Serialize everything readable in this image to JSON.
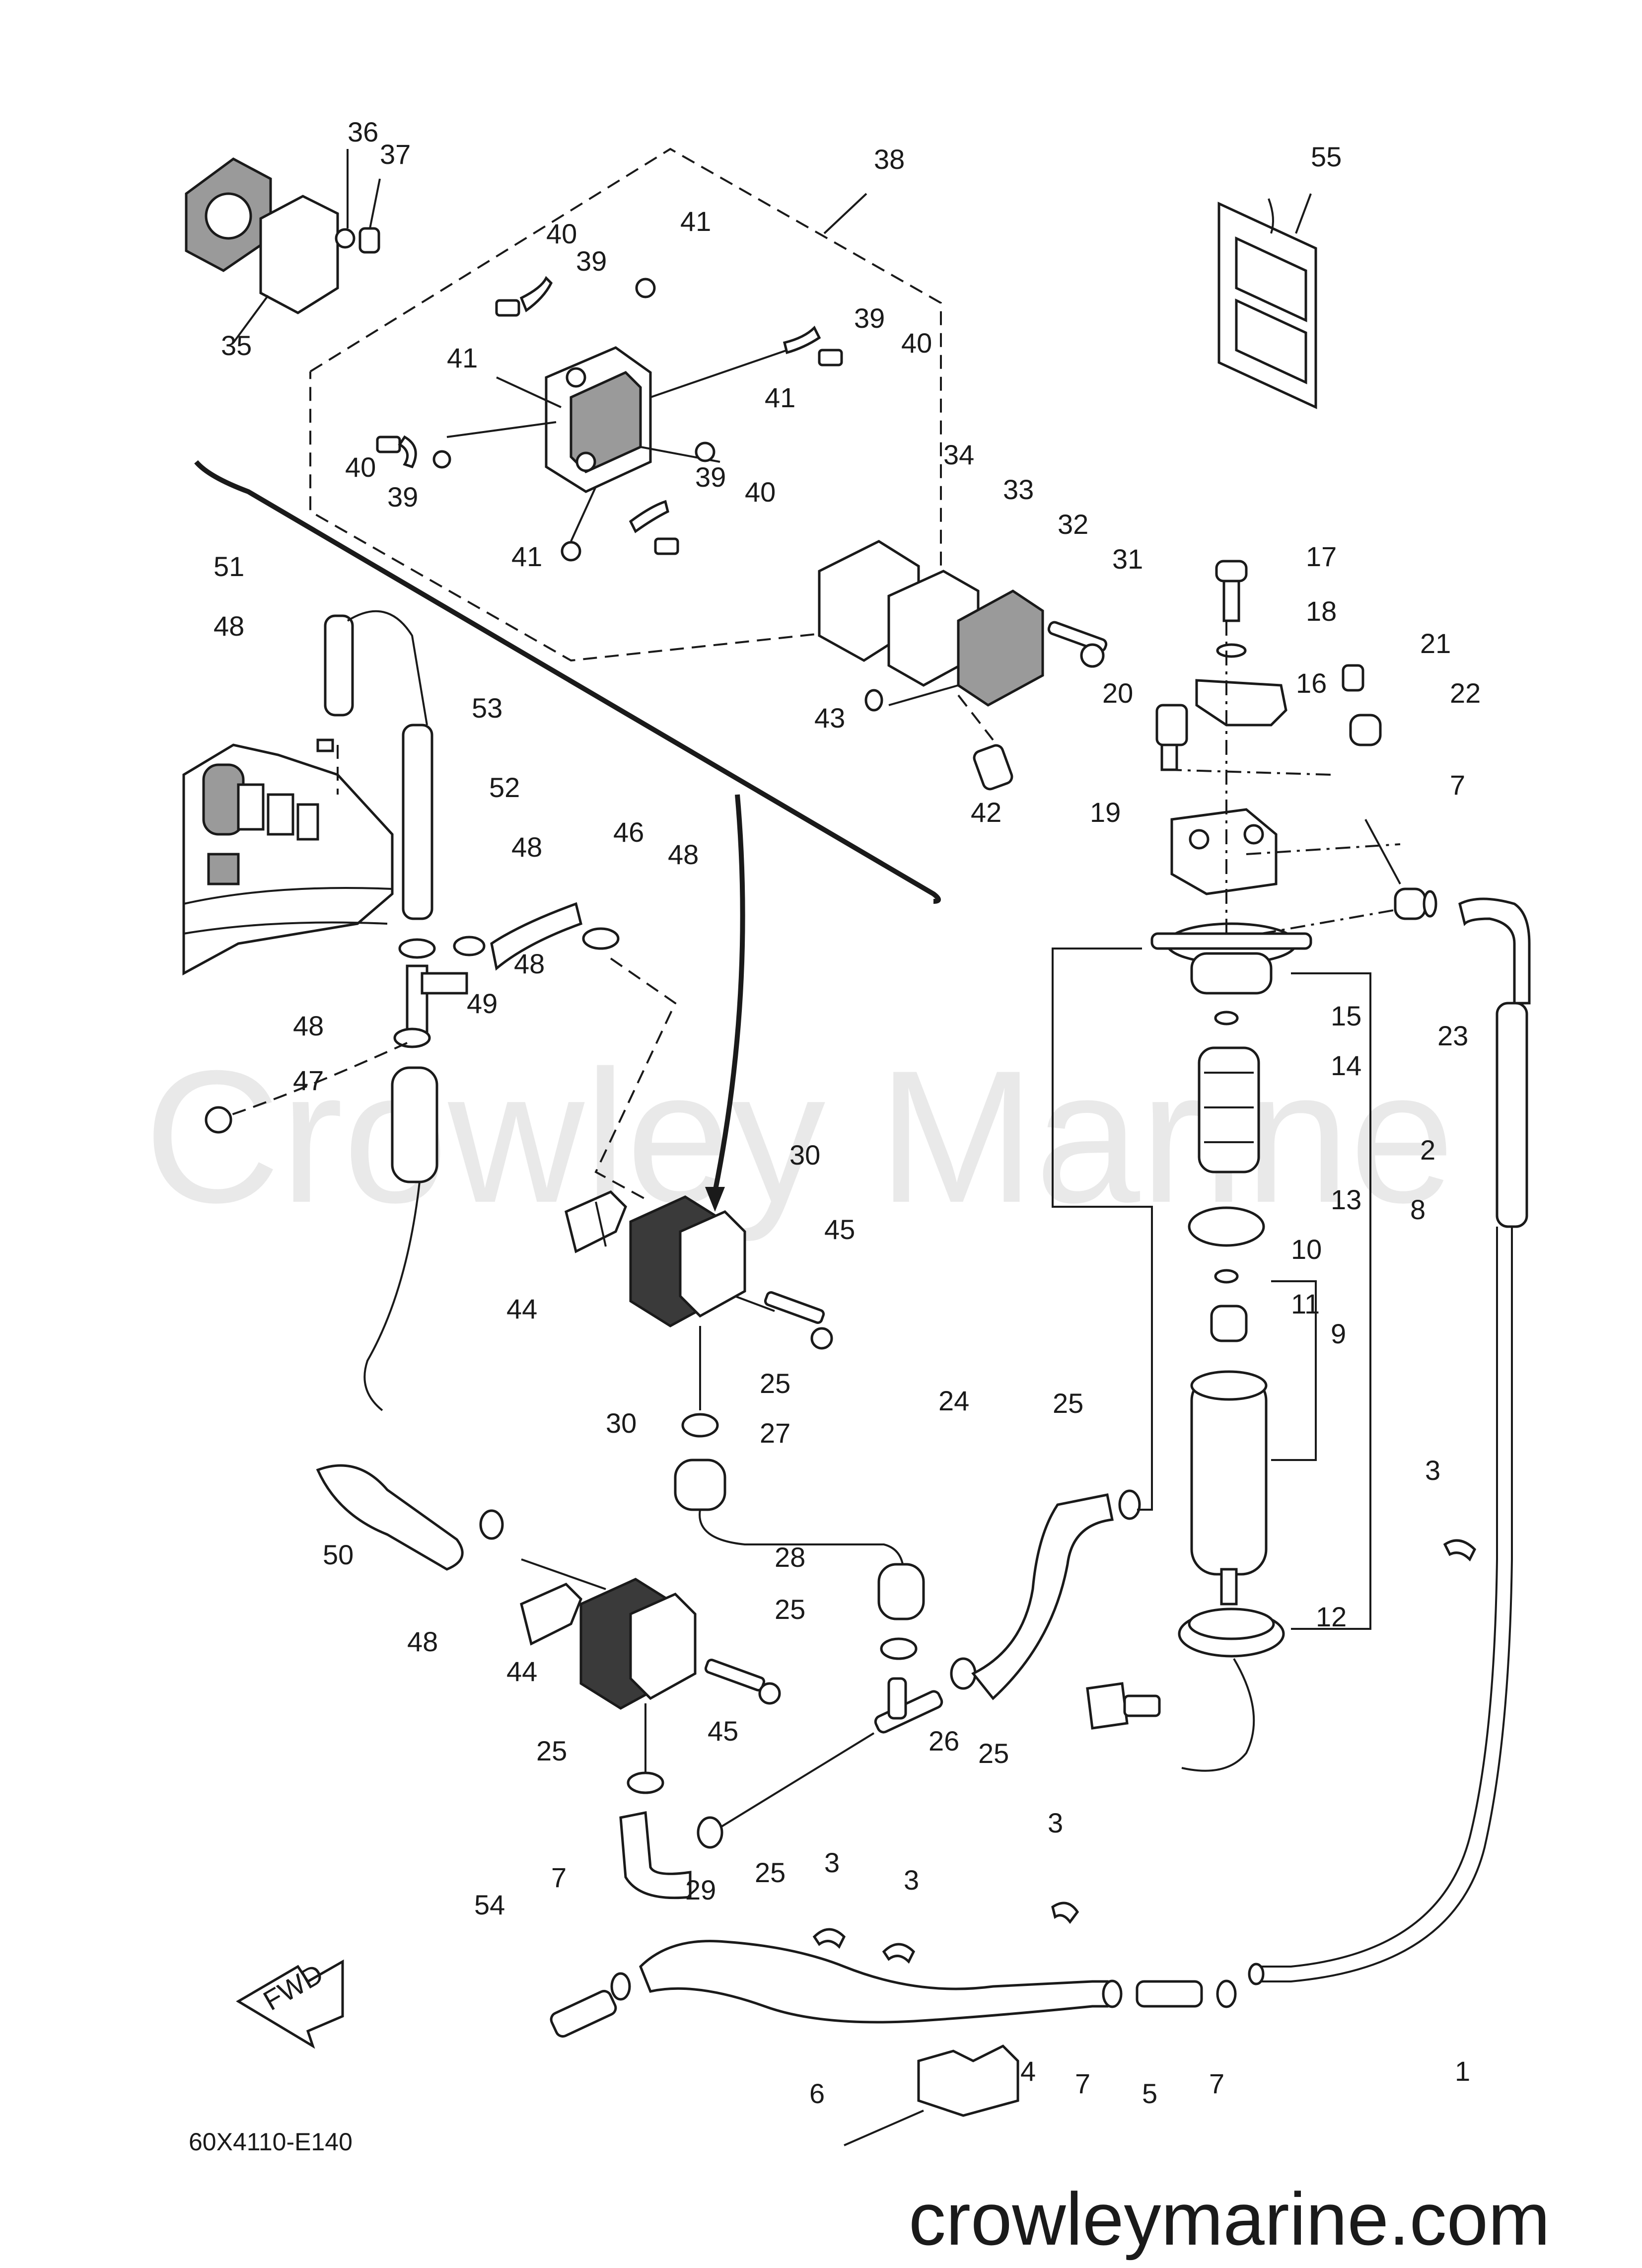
{
  "diagram": {
    "part_code": "60X4110-E140",
    "watermark": "Crowley Marine",
    "website": "crowleymarine.com",
    "fwd_label": "FWD",
    "callouts": [
      {
        "id": "c36",
        "label": "36"
      },
      {
        "id": "c37",
        "label": "37"
      },
      {
        "id": "c38",
        "label": "38"
      },
      {
        "id": "c55",
        "label": "55"
      },
      {
        "id": "c35",
        "label": "35"
      },
      {
        "id": "c40a",
        "label": "40"
      },
      {
        "id": "c39a",
        "label": "39"
      },
      {
        "id": "c41a",
        "label": "41"
      },
      {
        "id": "c39b",
        "label": "39"
      },
      {
        "id": "c40b",
        "label": "40"
      },
      {
        "id": "c41b",
        "label": "41"
      },
      {
        "id": "c41c",
        "label": "41"
      },
      {
        "id": "c40c",
        "label": "40"
      },
      {
        "id": "c39c",
        "label": "39"
      },
      {
        "id": "c39d",
        "label": "39"
      },
      {
        "id": "c40d",
        "label": "40"
      },
      {
        "id": "c41d",
        "label": "41"
      },
      {
        "id": "c34",
        "label": "34"
      },
      {
        "id": "c33",
        "label": "33"
      },
      {
        "id": "c32",
        "label": "32"
      },
      {
        "id": "c31",
        "label": "31"
      },
      {
        "id": "c17",
        "label": "17"
      },
      {
        "id": "c18",
        "label": "18"
      },
      {
        "id": "c21",
        "label": "21"
      },
      {
        "id": "c16",
        "label": "16"
      },
      {
        "id": "c20",
        "label": "20"
      },
      {
        "id": "c22",
        "label": "22"
      },
      {
        "id": "c43",
        "label": "43"
      },
      {
        "id": "c42",
        "label": "42"
      },
      {
        "id": "c19",
        "label": "19"
      },
      {
        "id": "c7a",
        "label": "7"
      },
      {
        "id": "c51",
        "label": "51"
      },
      {
        "id": "c48a",
        "label": "48"
      },
      {
        "id": "c53",
        "label": "53"
      },
      {
        "id": "c52",
        "label": "52"
      },
      {
        "id": "c48b",
        "label": "48"
      },
      {
        "id": "c46",
        "label": "46"
      },
      {
        "id": "c48c",
        "label": "48"
      },
      {
        "id": "c48d",
        "label": "48"
      },
      {
        "id": "c49",
        "label": "49"
      },
      {
        "id": "c48e",
        "label": "48"
      },
      {
        "id": "c47",
        "label": "47"
      },
      {
        "id": "c15",
        "label": "15"
      },
      {
        "id": "c14",
        "label": "14"
      },
      {
        "id": "c23",
        "label": "23"
      },
      {
        "id": "c2",
        "label": "2"
      },
      {
        "id": "c30a",
        "label": "30"
      },
      {
        "id": "c13",
        "label": "13"
      },
      {
        "id": "c8",
        "label": "8"
      },
      {
        "id": "c10",
        "label": "10"
      },
      {
        "id": "c45a",
        "label": "45"
      },
      {
        "id": "c11",
        "label": "11"
      },
      {
        "id": "c44a",
        "label": "44"
      },
      {
        "id": "c9",
        "label": "9"
      },
      {
        "id": "c25a",
        "label": "25"
      },
      {
        "id": "c24",
        "label": "24"
      },
      {
        "id": "c25b",
        "label": "25"
      },
      {
        "id": "c30b",
        "label": "30"
      },
      {
        "id": "c27",
        "label": "27"
      },
      {
        "id": "c3a",
        "label": "3"
      },
      {
        "id": "c28",
        "label": "28"
      },
      {
        "id": "c50",
        "label": "50"
      },
      {
        "id": "c25c",
        "label": "25"
      },
      {
        "id": "c12",
        "label": "12"
      },
      {
        "id": "c48f",
        "label": "48"
      },
      {
        "id": "c44b",
        "label": "44"
      },
      {
        "id": "c45b",
        "label": "45"
      },
      {
        "id": "c25d",
        "label": "25"
      },
      {
        "id": "c26",
        "label": "26"
      },
      {
        "id": "c25e",
        "label": "25"
      },
      {
        "id": "c3b",
        "label": "3"
      },
      {
        "id": "c3c",
        "label": "3"
      },
      {
        "id": "c3d",
        "label": "3"
      },
      {
        "id": "c29",
        "label": "29"
      },
      {
        "id": "c25f",
        "label": "25"
      },
      {
        "id": "c7b",
        "label": "7"
      },
      {
        "id": "c54",
        "label": "54"
      },
      {
        "id": "c1",
        "label": "1"
      },
      {
        "id": "c4",
        "label": "4"
      },
      {
        "id": "c7c",
        "label": "7"
      },
      {
        "id": "c7d",
        "label": "7"
      },
      {
        "id": "c5",
        "label": "5"
      },
      {
        "id": "c6",
        "label": "6"
      }
    ]
  }
}
